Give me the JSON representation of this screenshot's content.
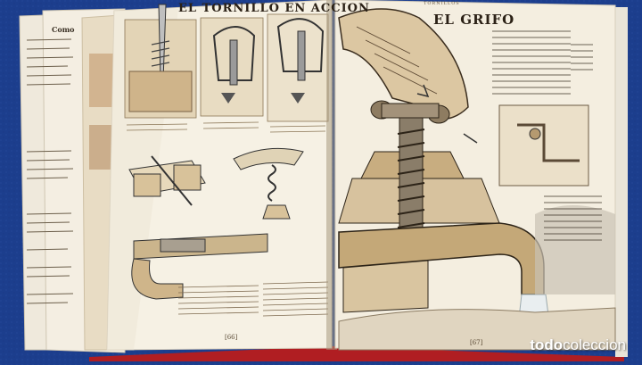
{
  "book": {
    "left_page": {
      "title": "EL TORNILLO EN ACCION",
      "page_number": "[66]"
    },
    "right_page": {
      "title": "EL GRIFO",
      "running_head": "TORNILLOS",
      "page_number": "[67]"
    },
    "under_page_word": "Como"
  },
  "watermark": {
    "brand": "todo",
    "rest": "coleccion"
  },
  "colors": {
    "background": "#1d3f8f",
    "paper": "#f6f1e4",
    "sepia": "#c9ad82"
  }
}
